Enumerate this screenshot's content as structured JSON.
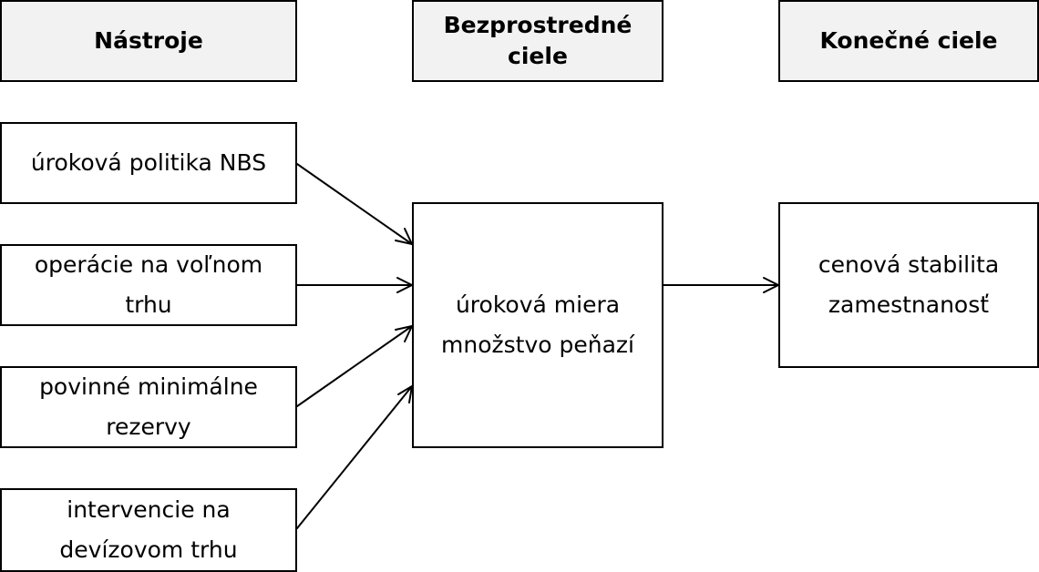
{
  "headers": {
    "tools": "Nástroje",
    "immediate_line1": "Bezprostredné",
    "immediate_line2": "ciele",
    "final": "Konečné ciele"
  },
  "tools": [
    {
      "line1": "úroková politika NBS",
      "line2": ""
    },
    {
      "line1": "operácie na voľnom",
      "line2": "trhu"
    },
    {
      "line1": "povinné minimálne",
      "line2": "rezervy"
    },
    {
      "line1": "intervencie na",
      "line2": "devízovom trhu"
    }
  ],
  "immediate": {
    "line1": "úroková miera",
    "line2": "množstvo peňazí"
  },
  "final": {
    "line1": "cenová stabilita",
    "line2": "zamestnanosť"
  }
}
